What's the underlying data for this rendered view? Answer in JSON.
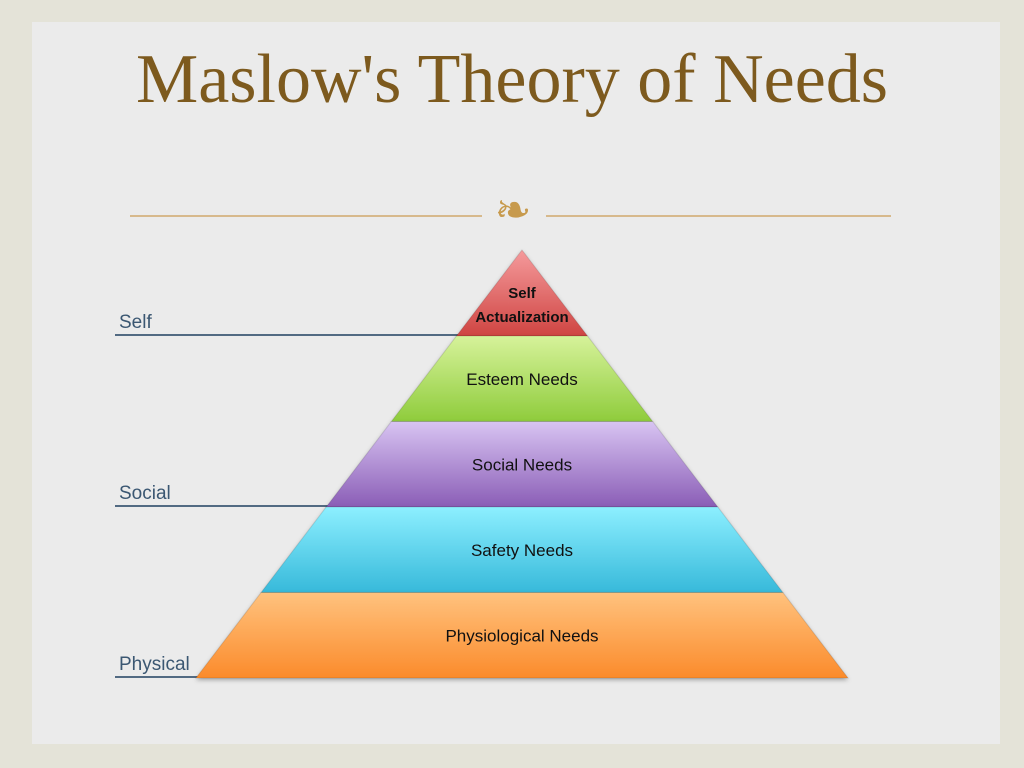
{
  "title": "Maslow's Theory of Needs",
  "ornament": "ornament-swirl",
  "colors": {
    "title": "#7d5a1e",
    "rule": "#d7b98c",
    "ornament": "#c79a4d",
    "side_labels": "#3b5772"
  },
  "pyramid": {
    "tiers": [
      {
        "name": "tier-self-actualization",
        "lines": [
          "Self",
          "Actualization"
        ],
        "color_top": "#f59a9c",
        "color_bottom": "#cf4542"
      },
      {
        "name": "tier-esteem",
        "lines": [
          "Esteem Needs"
        ],
        "color_top": "#d6f29a",
        "color_bottom": "#8fcc3c"
      },
      {
        "name": "tier-social",
        "lines": [
          "Social Needs"
        ],
        "color_top": "#d8c4f2",
        "color_bottom": "#8a5db6"
      },
      {
        "name": "tier-safety",
        "lines": [
          "Safety Needs"
        ],
        "color_top": "#8cefff",
        "color_bottom": "#37b9da"
      },
      {
        "name": "tier-physiological",
        "lines": [
          "Physiological Needs"
        ],
        "color_top": "#ffc27e",
        "color_bottom": "#fb8b2b"
      }
    ]
  },
  "side_labels": [
    {
      "name": "side-label-self",
      "text": "Self",
      "tier_edge": 1
    },
    {
      "name": "side-label-social",
      "text": "Social",
      "tier_edge": 3
    },
    {
      "name": "side-label-physical",
      "text": "Physical",
      "tier_edge": 5
    }
  ]
}
